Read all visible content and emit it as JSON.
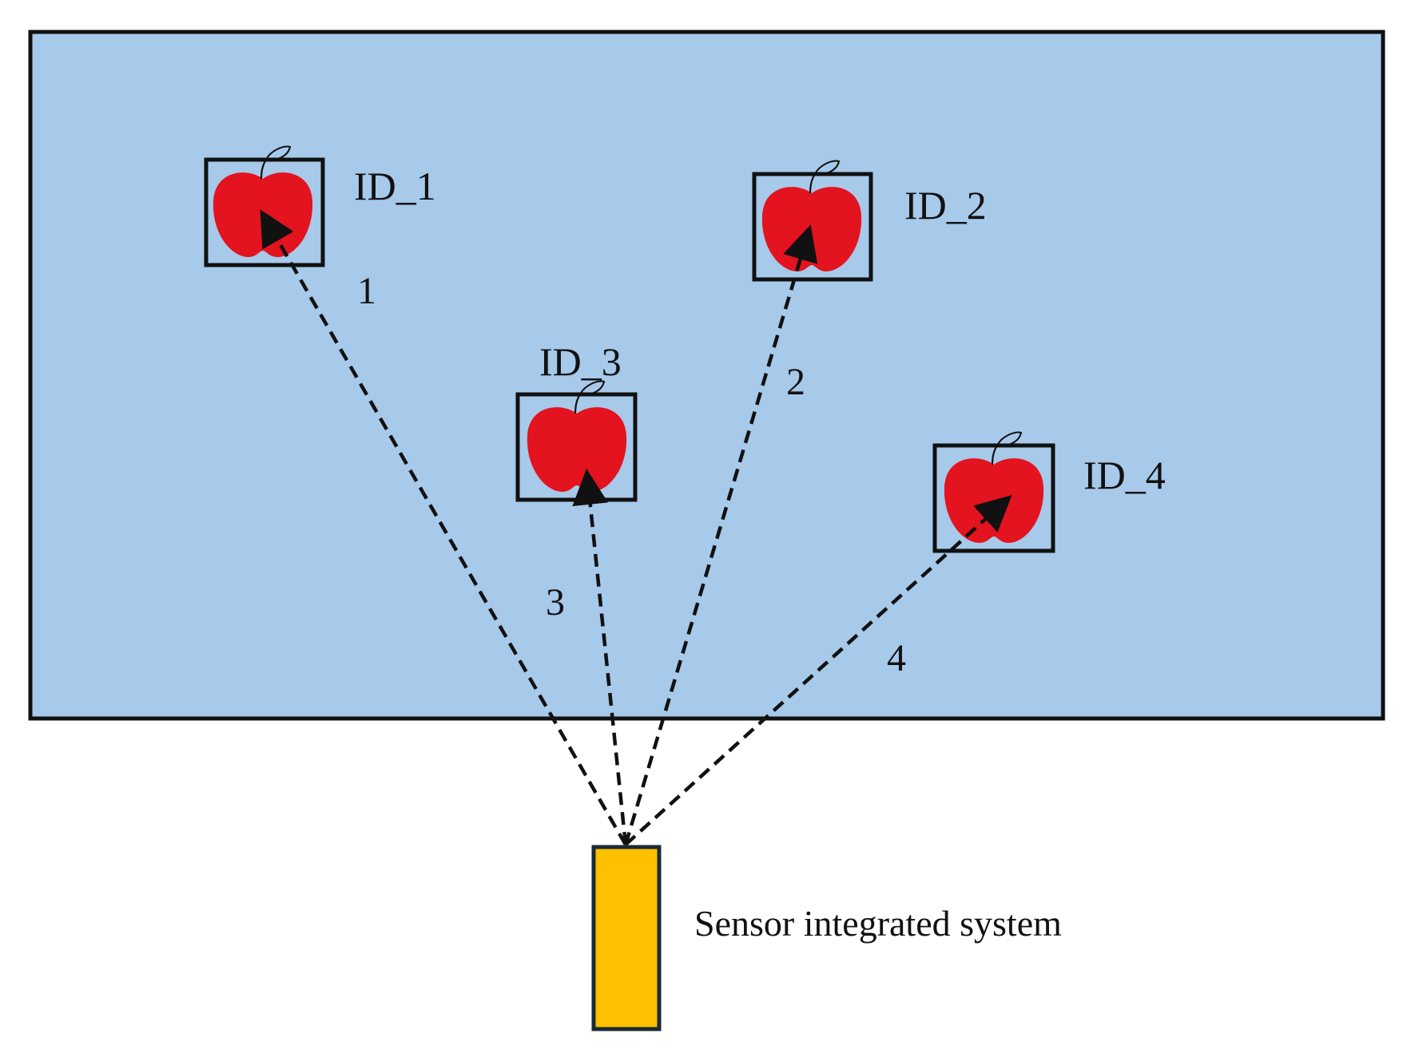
{
  "colors": {
    "field_background": "#a7c9ea",
    "apple": "#e3131f",
    "sensor": "#ffc000",
    "outline": "#111111"
  },
  "apples": [
    {
      "id": "ID_1",
      "path_number": "1",
      "icon": "apple-icon"
    },
    {
      "id": "ID_2",
      "path_number": "2",
      "icon": "apple-icon"
    },
    {
      "id": "ID_3",
      "path_number": "3",
      "icon": "apple-icon"
    },
    {
      "id": "ID_4",
      "path_number": "4",
      "icon": "apple-icon"
    }
  ],
  "sensor": {
    "label": "Sensor integrated system"
  }
}
